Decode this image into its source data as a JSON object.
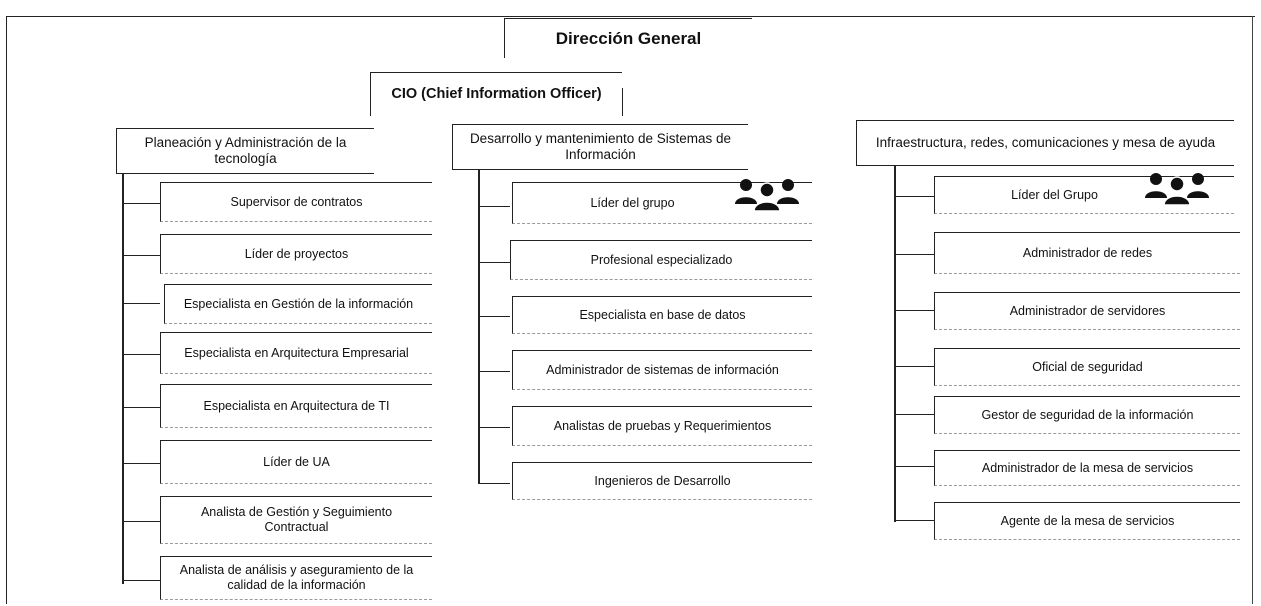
{
  "title": "Dirección General",
  "cio": "CIO (Chief Information Officer)",
  "columns": [
    {
      "head": "Planeación y Administración de la tecnología",
      "roles": [
        "Supervisor de contratos",
        "Líder de proyectos",
        "Especialista en Gestión de la información",
        "Especialista en Arquitectura Empresarial",
        "Especialista en Arquitectura de TI",
        "Líder de UA",
        "Analista de Gestión y Seguimiento Contractual",
        "Analista de análisis y aseguramiento de la calidad de la información"
      ]
    },
    {
      "head": "Desarrollo y mantenimiento de Sistemas de Información",
      "roles": [
        "Líder del grupo",
        "Profesional especializado",
        "Especialista en base de datos",
        "Administrador de sistemas de información",
        "Analistas de pruebas y Requerimientos",
        "Ingenieros de Desarrollo"
      ]
    },
    {
      "head": "Infraestructura, redes, comunicaciones y mesa de ayuda",
      "roles": [
        "Líder del Grupo",
        "Administrador de redes",
        "Administrador de servidores",
        "Oficial de seguridad",
        "Gestor de seguridad de la información",
        "Administrador de la mesa de servicios",
        "Agente de la mesa de servicios"
      ]
    }
  ],
  "icons": {
    "group": "people-group-icon"
  }
}
